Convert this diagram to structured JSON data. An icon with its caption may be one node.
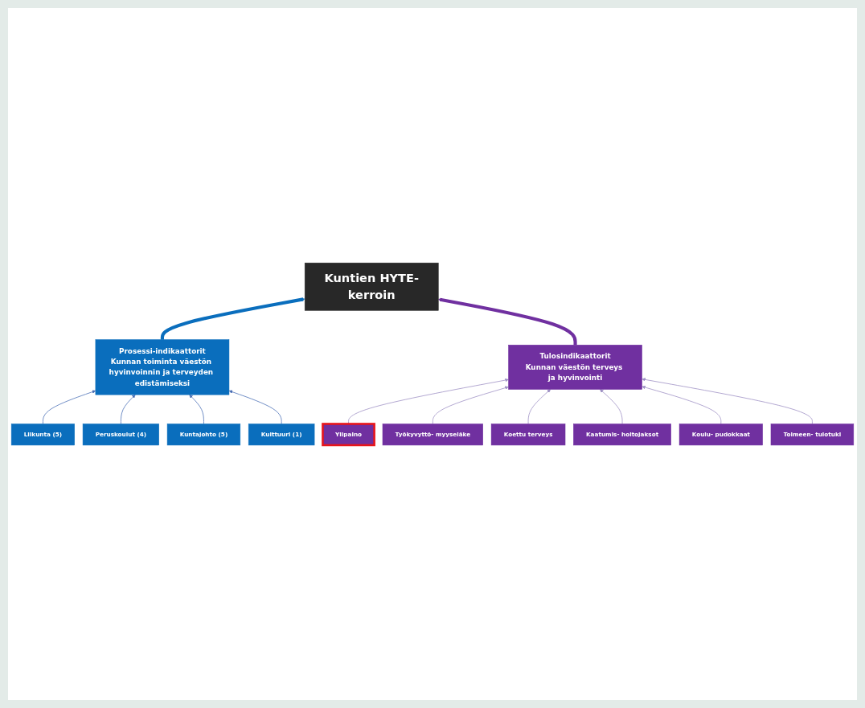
{
  "diagram": {
    "nodes": [
      {
        "text": [
          "Kuntien HYTE-kerroin"
        ]
      },
      {
        "text": [
          "Prosessi-indikaattorit",
          "Kunnan toiminta väestön hyvinvoinnin ja terveyden edistämiseksi"
        ]
      },
      {
        "text": [
          "Tulosindikaattorit",
          "Kunnan väestön terveys ja hyvinvointi"
        ]
      },
      {
        "text": [
          "Liikunta (5)"
        ]
      },
      {
        "text": [
          "Kuntajohto (5)"
        ]
      },
      {
        "text": [
          "Peruskoulut (4)"
        ]
      },
      {
        "text": [
          "Kulttuuri (1)"
        ]
      },
      {
        "text": [
          "Ylipaino"
        ]
      },
      {
        "text": [
          "Koettu terveys"
        ]
      },
      {
        "text": [
          "Koulu- pudokkaat"
        ]
      },
      {
        "text": [
          "Työkyvyttö- myyseläke"
        ]
      },
      {
        "text": [
          "Kaatumis- hoitojaksot"
        ]
      },
      {
        "text": [
          "Toimeen- tulotuki"
        ]
      }
    ],
    "edges": [
      {
        "from": 1,
        "to": 0,
        "arrow": "to",
        "style": "thick",
        "color": "#0a6ebd"
      },
      {
        "from": 2,
        "to": 0,
        "arrow": "to",
        "style": "thick",
        "color": "#7030a0"
      },
      {
        "from": 3,
        "to": 1,
        "arrow": "to",
        "color": "#4a6fb5"
      },
      {
        "from": 5,
        "to": 1,
        "arrow": "to",
        "color": "#4a6fb5"
      },
      {
        "from": 4,
        "to": 1,
        "arrow": "to",
        "color": "#4a6fb5"
      },
      {
        "from": 6,
        "to": 1,
        "arrow": "to",
        "color": "#4a6fb5"
      },
      {
        "from": 7,
        "to": 2,
        "arrow": "to",
        "color": "#9d8fc4"
      },
      {
        "from": 10,
        "to": 2,
        "arrow": "to",
        "color": "#9d8fc4"
      },
      {
        "from": 8,
        "to": 2,
        "arrow": "to",
        "color": "#9d8fc4"
      },
      {
        "from": 11,
        "to": 2,
        "arrow": "to",
        "color": "#9d8fc4"
      },
      {
        "from": 9,
        "to": 2,
        "arrow": "to",
        "color": "#9d8fc4"
      },
      {
        "from": 12,
        "to": 2,
        "arrow": "to",
        "color": "#9d8fc4"
      }
    ]
  }
}
